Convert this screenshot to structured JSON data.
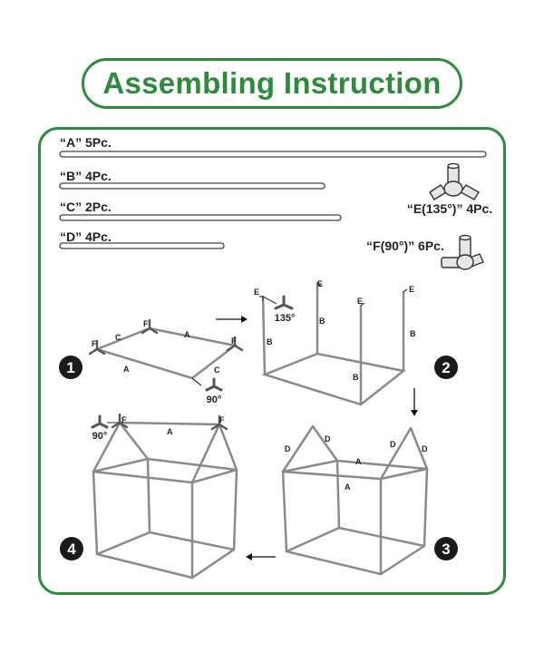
{
  "title": "Assembling Instruction",
  "parts": {
    "a": "“A” 5Pc.",
    "b": "“B” 4Pc.",
    "c": "“C” 2Pc.",
    "d": "“D” 4Pc.",
    "e": "“E(135°)” 4Pc.",
    "f": "“F(90°)” 6Pc."
  },
  "steps": {
    "s1": "1",
    "s2": "2",
    "s3": "3",
    "s4": "4"
  },
  "labels": {
    "A": "A",
    "B": "B",
    "C": "C",
    "D": "D",
    "E": "E",
    "F": "F",
    "deg135": "135°",
    "deg90": "90°"
  },
  "colors": {
    "accent": "#2e8b3e",
    "frame": "#8a8a8a",
    "badge": "#1a1a1a"
  }
}
